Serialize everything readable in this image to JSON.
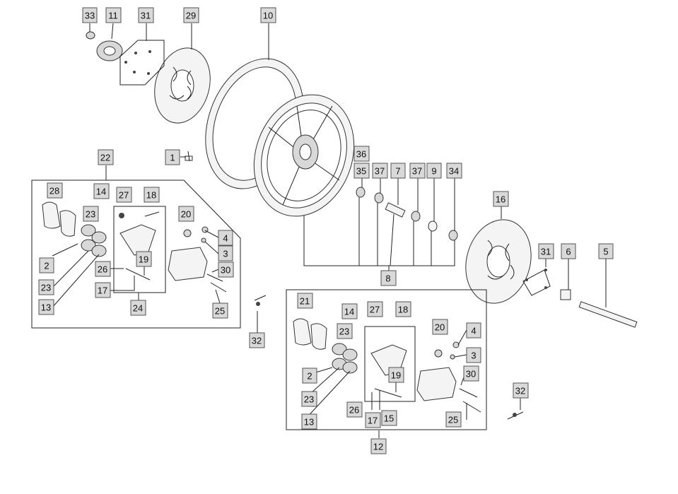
{
  "callouts": {
    "c33": "33",
    "c11": "11",
    "c31a": "31",
    "c29": "29",
    "c10": "10",
    "c22": "22",
    "c1": "1",
    "c36": "36",
    "c35": "35",
    "c37a": "37",
    "c7": "7",
    "c37b": "37",
    "c9": "9",
    "c34": "34",
    "c16": "16",
    "c28": "28",
    "c14a": "14",
    "c27a": "27",
    "c18a": "18",
    "c23a": "23",
    "c20a": "20",
    "c4a": "4",
    "c3a": "3",
    "c2a": "2",
    "c19a": "19",
    "c26a": "26",
    "c30a": "30",
    "c23b": "23",
    "c17a": "17",
    "c13a": "13",
    "c24": "24",
    "c25a": "25",
    "c8": "8",
    "c31b": "31",
    "c6": "6",
    "c5": "5",
    "c32a": "32",
    "c21": "21",
    "c14b": "14",
    "c27b": "27",
    "c18b": "18",
    "c23c": "23",
    "c20b": "20",
    "c4b": "4",
    "c3b": "3",
    "c2b": "2",
    "c19b": "19",
    "c30b": "30",
    "c23d": "23",
    "c26b": "26",
    "c13b": "13",
    "c17b": "17",
    "c15": "15",
    "c25b": "25",
    "c12": "12",
    "c32b": "32"
  }
}
